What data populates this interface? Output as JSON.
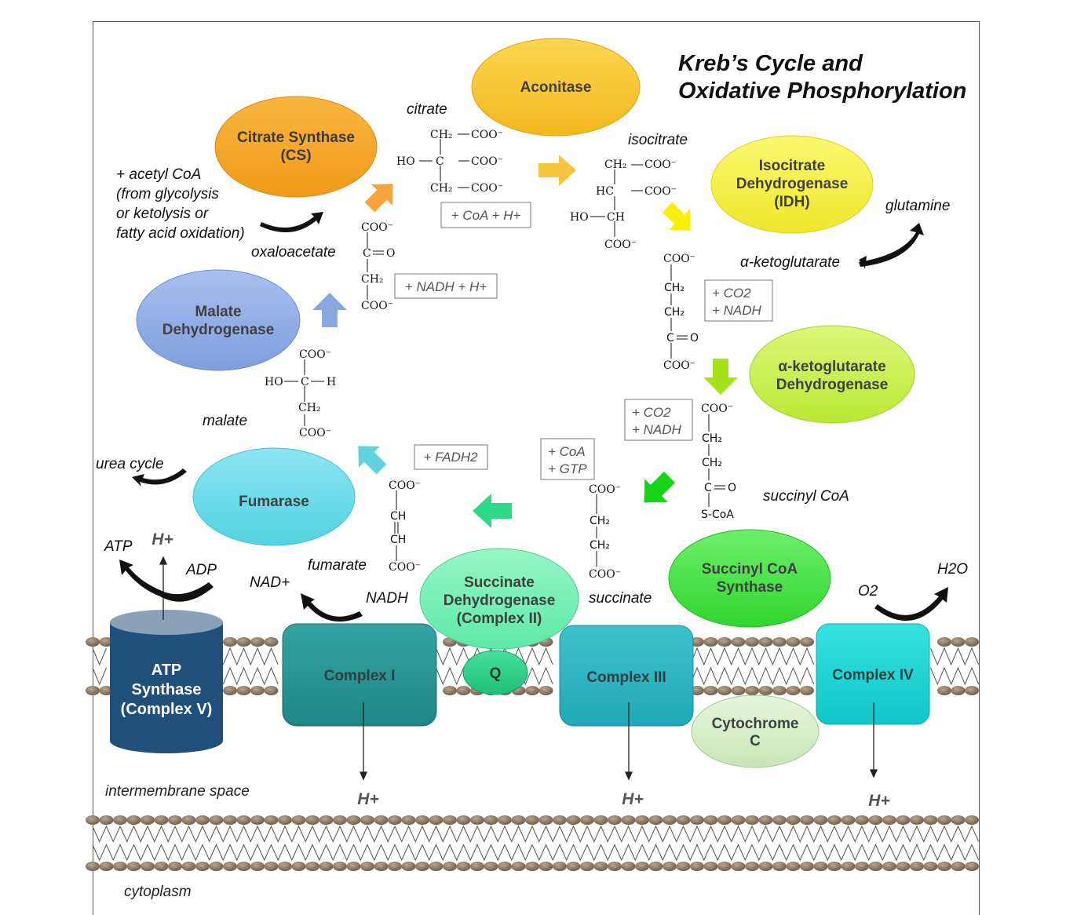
{
  "title": {
    "line1": "Kreb’s Cycle and",
    "line2": "Oxidative Phosphorylation"
  },
  "enzymes": {
    "aconitase": "Aconitase",
    "citrate_synthase": [
      "Citrate Synthase",
      "(CS)"
    ],
    "idh": [
      "Isocitrate",
      "Dehydrogenase",
      "(IDH)"
    ],
    "akg_dh": [
      "α-ketoglutarate",
      "Dehydrogenase"
    ],
    "malate_dh": [
      "Malate",
      "Dehydrogenase"
    ],
    "fumarase": "Fumarase",
    "succinate_dh": [
      "Succinate",
      "Dehydrogenase",
      "(Complex II)"
    ],
    "succinyl_coa_synthase": [
      "Succinyl CoA",
      "Synthase"
    ]
  },
  "metabolites": {
    "citrate": "citrate",
    "isocitrate": "isocitrate",
    "akg": "α-ketoglutarate",
    "succinyl_coa": "succinyl CoA",
    "succinate": "succinate",
    "fumarate": "fumarate",
    "malate": "malate",
    "oxaloacetate": "oxaloacetate",
    "glutamine": "glutamine",
    "urea_cycle": "urea cycle",
    "acetyl": [
      "+ acetyl CoA",
      "(from glycolysis",
      "or ketolysis or",
      "fatty acid oxidation)"
    ]
  },
  "cofactors": {
    "coa_h": "+ CoA + H+",
    "nadh_h": "+ NADH + H+",
    "co2_nadh_1": [
      "+ CO2",
      "+ NADH"
    ],
    "co2_nadh_2": [
      "+ CO2",
      "+ NADH"
    ],
    "coa_gtp": [
      "+ CoA",
      "+ GTP"
    ],
    "fadh2": "+ FADH2"
  },
  "etc": {
    "complex1": "Complex I",
    "complex3": "Complex III",
    "complex4": "Complex IV",
    "q": "Q",
    "cytochrome": [
      "Cytochrome",
      "C"
    ],
    "atp_synthase": [
      "ATP",
      "Synthase",
      "(Complex V)"
    ],
    "atp": "ATP",
    "adp": "ADP",
    "hplus": "H+",
    "nad": "NAD+",
    "nadh": "NADH",
    "o2": "O2",
    "h2o": "H2O",
    "intermembrane": "intermembrane space",
    "cytoplasm": "cytoplasm"
  },
  "chem": {
    "coo": "COO⁻",
    "ch2": "CH₂",
    "ch": "CH",
    "c": "C",
    "co": "C=O",
    "ho": "HO",
    "h": "H",
    "hc": "HC",
    "scoa": "S-CoA",
    "o": "O"
  },
  "colors": {
    "aconitase": "#f7c52e",
    "citrate_synthase": "#f5a623",
    "idh": "#f4ef3a",
    "akg_dh": "#c9f04a",
    "malate_dh": "#8aa8e6",
    "fumarase": "#5fd9e8",
    "succinate_dh": "#6ef0b0",
    "succinyl_coa_synthase": "#3ee03e",
    "complex1": "#2a9595",
    "complex3": "#2ab5c2",
    "complex4": "#19d6d6",
    "q": "#2ad48a",
    "cytochrome": "#d6efc7",
    "atp_synthase": "#1f4f7a"
  }
}
